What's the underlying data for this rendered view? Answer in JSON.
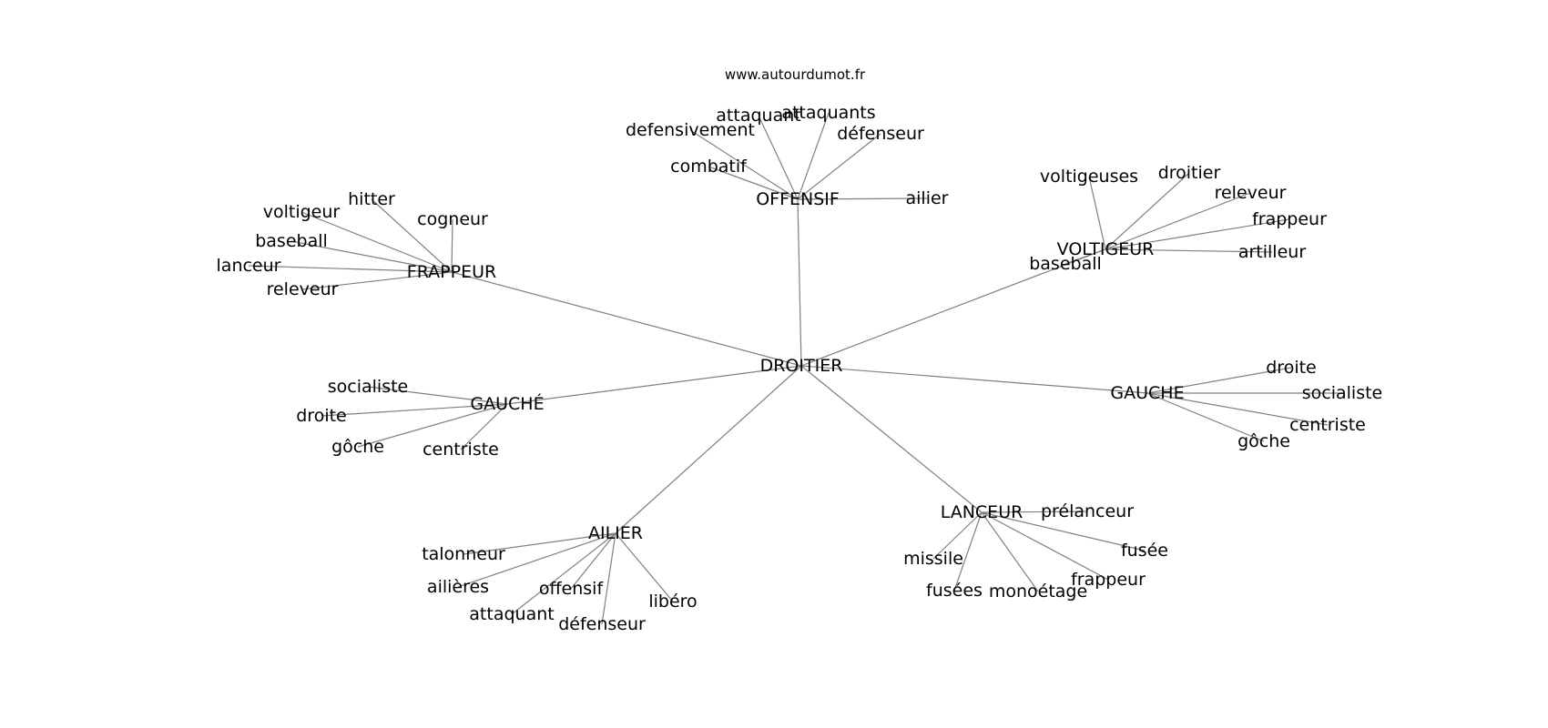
{
  "site": "www.autourdumot.fr",
  "center": "DROITIER",
  "groups": [
    {
      "label": "OFFENSIF",
      "words": [
        "attaquant",
        "attaquants",
        "defensivement",
        "défenseur",
        "combatif",
        "ailier"
      ]
    },
    {
      "label": "FRAPPEUR",
      "words": [
        "hitter",
        "voltigeur",
        "cogneur",
        "baseball",
        "lanceur",
        "releveur"
      ]
    },
    {
      "label": "VOLTIGEUR",
      "words": [
        "voltigeuses",
        "droitier",
        "releveur",
        "frappeur",
        "artilleur",
        "baseball"
      ]
    },
    {
      "label": "GAUCHÉ",
      "words": [
        "socialiste",
        "droite",
        "gôche",
        "centriste"
      ]
    },
    {
      "label": "GAUCHE",
      "words": [
        "droite",
        "socialiste",
        "centriste",
        "gôche"
      ]
    },
    {
      "label": "AILIER",
      "words": [
        "talonneur",
        "ailières",
        "offensif",
        "attaquant",
        "défenseur",
        "libéro"
      ]
    },
    {
      "label": "LANCEUR",
      "words": [
        "prélanceur",
        "missile",
        "fusée",
        "fusées",
        "monoétage",
        "frappeur"
      ]
    }
  ]
}
